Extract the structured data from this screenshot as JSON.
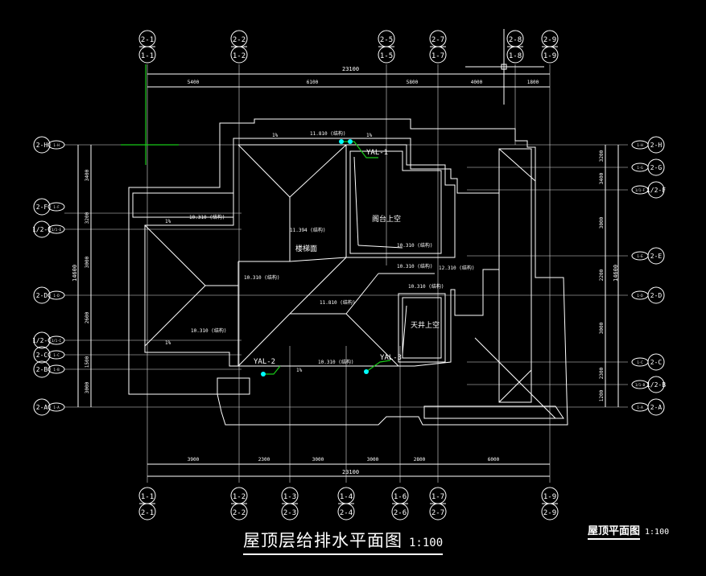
{
  "drawing": {
    "title": "屋顶层给排水平面图",
    "title_scale": "1:100",
    "subtitle": "屋顶平面图",
    "subtitle_scale": "1:100"
  },
  "grid_top": [
    {
      "top": "2-1",
      "bottom": "1-1"
    },
    {
      "top": "2-2",
      "bottom": "1-2"
    },
    {
      "top": "2-5",
      "bottom": "1-5"
    },
    {
      "top": "2-7",
      "bottom": "1-7"
    },
    {
      "top": "2-8",
      "bottom": "1-8"
    },
    {
      "top": "2-9",
      "bottom": "1-9"
    }
  ],
  "grid_bottom": [
    {
      "top": "1-1",
      "bottom": "2-1"
    },
    {
      "top": "1-2",
      "bottom": "2-2"
    },
    {
      "top": "1-3",
      "bottom": "2-3"
    },
    {
      "top": "1-4",
      "bottom": "2-4"
    },
    {
      "top": "1-6",
      "bottom": "2-6"
    },
    {
      "top": "1-7",
      "bottom": "2-7"
    },
    {
      "top": "1-9",
      "bottom": "2-9"
    }
  ],
  "grid_left": [
    {
      "main": "2-H",
      "sub": "1-H"
    },
    {
      "main": "2-F",
      "sub": "1-F"
    },
    {
      "main": "1/2-E",
      "sub": "1/1-E"
    },
    {
      "main": "2-D",
      "sub": "1-D"
    },
    {
      "main": "1/2-C",
      "sub": "1/1-C"
    },
    {
      "main": "2-C",
      "sub": "1-C"
    },
    {
      "main": "2-B",
      "sub": "1-B"
    },
    {
      "main": "2-A",
      "sub": "1-A"
    }
  ],
  "grid_right": [
    {
      "main": "2-H",
      "sub": "1-H"
    },
    {
      "main": "2-G",
      "sub": "1-G"
    },
    {
      "main": "1/2-F",
      "sub": "1/1-F"
    },
    {
      "main": "2-E",
      "sub": "1-E"
    },
    {
      "main": "2-D",
      "sub": "1-D"
    },
    {
      "main": "2-C",
      "sub": "1-C"
    },
    {
      "main": "1/2-B",
      "sub": "1/1-B"
    },
    {
      "main": "2-A",
      "sub": "1-A"
    }
  ],
  "dims_top_total": "23100",
  "dims_top": [
    "5400",
    "6100",
    "5800",
    "4000",
    "1800"
  ],
  "dims_bottom_total": "23100",
  "dims_bottom": [
    "3900",
    "2300",
    "3000",
    "3000",
    "2800",
    "6000"
  ],
  "dims_left": [
    "3400",
    "3200",
    "3000",
    "2600",
    "1500",
    "3000"
  ],
  "dims_left_total": "14600",
  "dims_right": [
    "3200",
    "3400",
    "3000",
    "2200",
    "3000",
    "2300",
    "1200"
  ],
  "dims_right_total": "14600",
  "room_labels": {
    "stair": "楼梯面",
    "balcony_void": "阁台上空",
    "courtyard_void": "天井上空"
  },
  "riser_labels": {
    "yl1": "YAL-1",
    "yl2": "YAL-2",
    "yl3": "YAL-3"
  },
  "elevations": [
    "11.810 (结构)",
    "10.310 (结构)",
    "11.394 (结构)",
    "10.310 (结构)",
    "10.310 (结构)",
    "10.310 (结构)",
    "10.310 (结构)",
    "12.310 (结构)",
    "11.810 (结构)",
    "10.310 (结构)",
    "10.310 (结构)"
  ],
  "slopes": {
    "s1": "1%",
    "s2": "1%",
    "s3": "1%",
    "s4": "1%",
    "s5": "1%"
  }
}
